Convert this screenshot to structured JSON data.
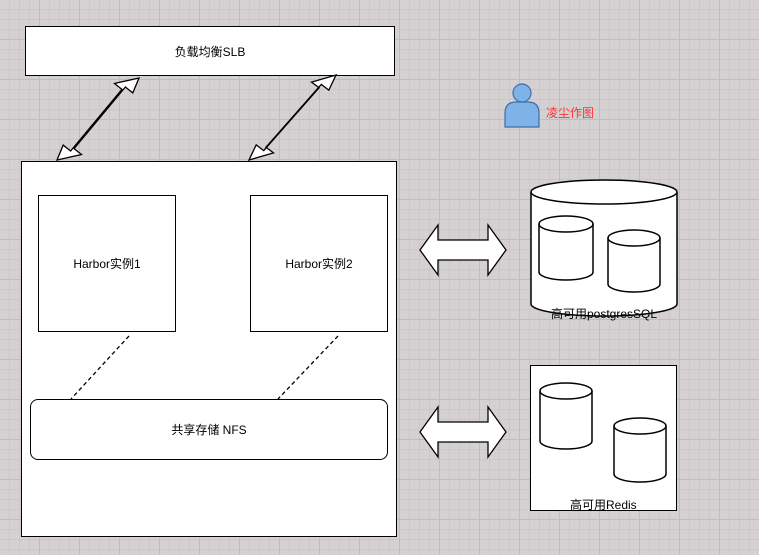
{
  "load_balancer": {
    "label": "负载均衡SLB"
  },
  "author": {
    "label": "凌尘作图",
    "color": "#ff3333"
  },
  "harbor_container": {
    "instances": [
      {
        "label": "Harbor实例1"
      },
      {
        "label": "Harbor实例2"
      }
    ],
    "shared_storage": {
      "label": "共享存储 NFS"
    }
  },
  "postgres_cluster": {
    "label": "高可用postgresSQL"
  },
  "redis_cluster": {
    "label": "高可用Redis"
  },
  "colors": {
    "user_icon_fill": "#7fb3e8",
    "user_icon_stroke": "#3d6fa8"
  }
}
